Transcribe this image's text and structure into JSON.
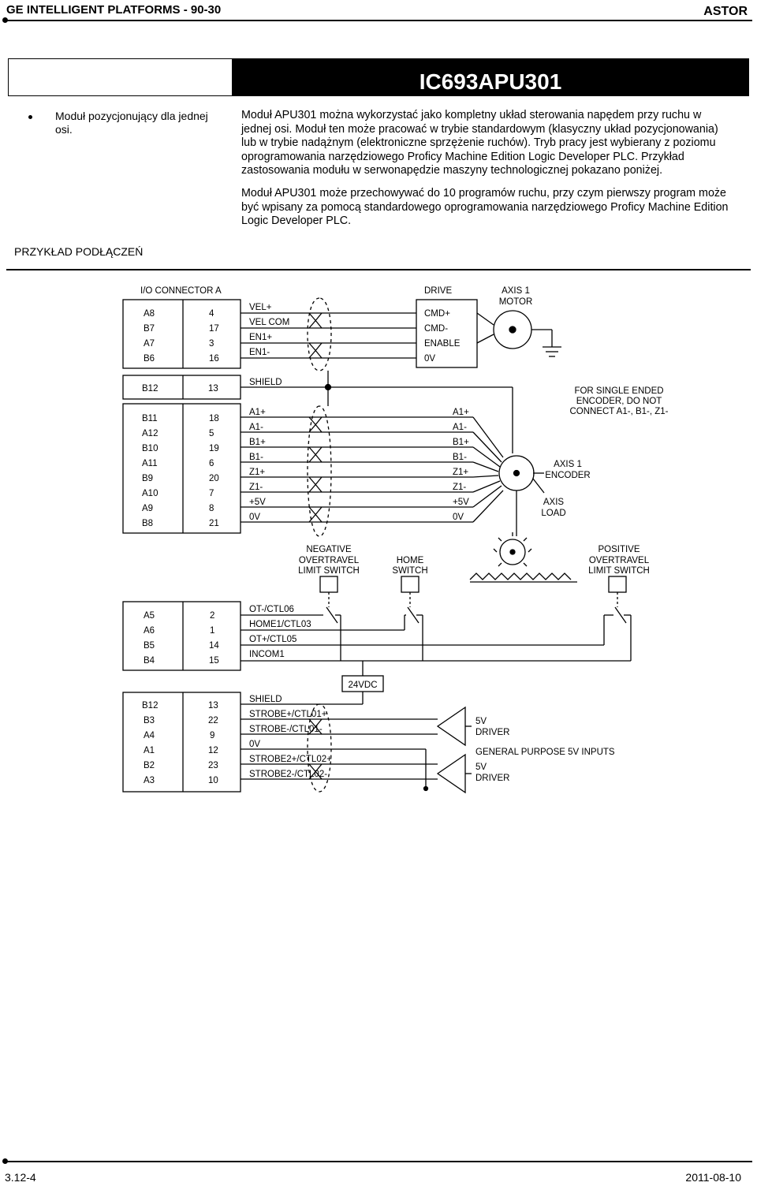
{
  "header": {
    "left": "GE INTELLIGENT PLATFORMS - 90-30",
    "right": "ASTOR"
  },
  "title": "IC693APU301",
  "bullet": "Moduł pozycjonujący dla jednej osi.",
  "paragraphs": [
    "Moduł APU301 można wykorzystać jako kompletny układ sterowania napędem przy ruchu w jednej osi. Moduł ten może pracować w trybie standardowym (klasyczny układ pozycjonowania) lub w trybie nadążnym (elektroniczne sprzężenie ruchów). Tryb pracy jest wybierany z poziomu oprogramowania narzędziowego Proficy Machine Edition Logic Developer PLC. Przykład zastosowania modułu w serwonapędzie maszyny technologicznej pokazano poniżej.",
    "Moduł APU301 może przechowywać do 10 programów ruchu, przy czym pierwszy program może być wpisany za pomocą standardowego oprogramowania narzędziowego Proficy Machine Edition Logic Developer PLC."
  ],
  "section_title": "PRZYKŁAD PODŁĄCZEŃ",
  "diagram": {
    "connector_title": "I/O CONNECTOR A",
    "drive_title": "DRIVE",
    "motor_title": [
      "AXIS 1",
      "MOTOR"
    ],
    "groups": [
      {
        "pins": [
          [
            "A8",
            "4"
          ],
          [
            "B7",
            "17"
          ],
          [
            "A7",
            "3"
          ],
          [
            "B6",
            "16"
          ]
        ],
        "signals": [
          "VEL+",
          "VEL COM",
          "EN1+",
          "EN1-"
        ]
      },
      {
        "pins": [
          [
            "B12",
            "13"
          ]
        ],
        "signals": [
          "SHIELD"
        ]
      },
      {
        "pins": [
          [
            "B11",
            "18"
          ],
          [
            "A12",
            "5"
          ],
          [
            "B10",
            "19"
          ],
          [
            "A11",
            "6"
          ],
          [
            "B9",
            "20"
          ],
          [
            "A10",
            "7"
          ],
          [
            "A9",
            "8"
          ],
          [
            "B8",
            "21"
          ]
        ],
        "signals": [
          "A1+",
          "A1-",
          "B1+",
          "B1-",
          "Z1+",
          "Z1-",
          "+5V",
          "0V"
        ]
      },
      {
        "pins": [
          [
            "A5",
            "2"
          ],
          [
            "A6",
            "1"
          ],
          [
            "B5",
            "14"
          ],
          [
            "B4",
            "15"
          ]
        ],
        "signals": [
          "OT-/CTL06",
          "HOME1/CTL03",
          "OT+/CTL05",
          "INCOM1"
        ]
      },
      {
        "pins": [
          [
            "B12",
            "13"
          ],
          [
            "B3",
            "22"
          ],
          [
            "A4",
            "9"
          ],
          [
            "A1",
            "12"
          ],
          [
            "B2",
            "23"
          ],
          [
            "A3",
            "10"
          ]
        ],
        "signals": [
          "SHIELD",
          "STROBE+/CTL01+",
          "STROBE-/CTL01-",
          "0V",
          "STROBE2+/CTL02+",
          "STROBE2-/CTL02-"
        ]
      }
    ],
    "drive_signals": [
      "CMD+",
      "CMD-",
      "ENABLE",
      "0V"
    ],
    "encoder_signals": [
      "A1+",
      "A1-",
      "B1+",
      "B1-",
      "Z1+",
      "Z1-",
      "+5V",
      "0V"
    ],
    "note": [
      "FOR SINGLE ENDED",
      "ENCODER, DO NOT",
      "CONNECT A1-, B1-, Z1-"
    ],
    "encoder_label": [
      "AXIS 1",
      "ENCODER"
    ],
    "load_label": [
      "AXIS",
      "LOAD"
    ],
    "neg_limit": [
      "NEGATIVE",
      "OVERTRAVEL",
      "LIMIT SWITCH"
    ],
    "home_switch": [
      "HOME",
      "SWITCH"
    ],
    "pos_limit": [
      "POSITIVE",
      "OVERTRAVEL",
      "LIMIT SWITCH"
    ],
    "supply": "24VDC",
    "driver1": [
      "5V",
      "DRIVER"
    ],
    "inputs_label": "GENERAL PURPOSE 5V INPUTS",
    "driver2": [
      "5V",
      "DRIVER"
    ]
  },
  "footer": {
    "left": "3.12-4",
    "right": "2011-08-10"
  }
}
